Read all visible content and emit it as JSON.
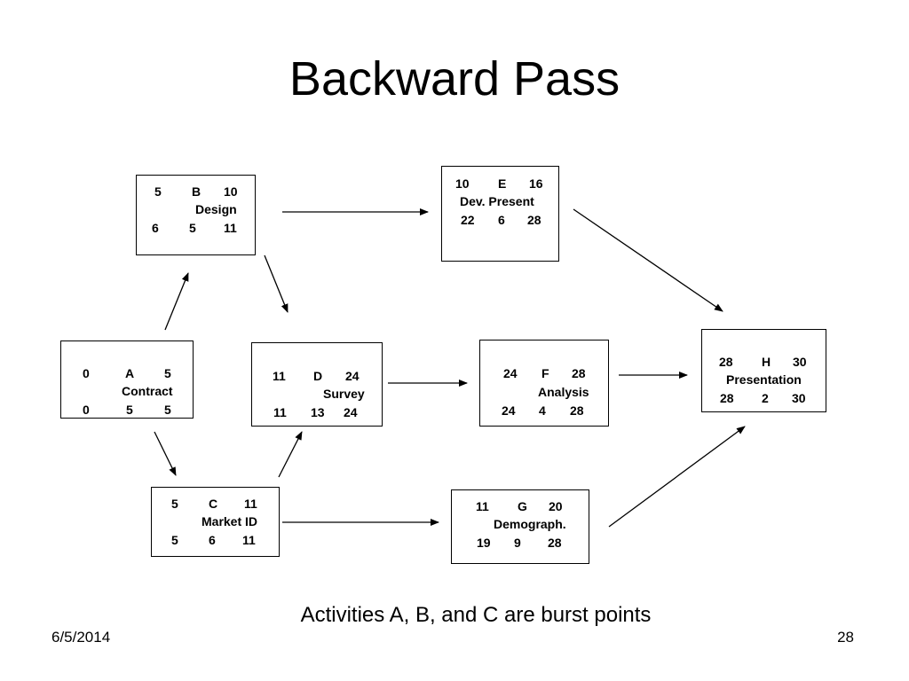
{
  "slide": {
    "title": "Backward Pass",
    "caption": "Activities A, B, and C are burst points",
    "date": "6/5/2014",
    "page": "28"
  },
  "nodes": {
    "A": {
      "es": "0",
      "id": "A",
      "ef": "5",
      "name": "Contract",
      "ls": "0",
      "dur": "5",
      "lf": "5"
    },
    "B": {
      "es": "5",
      "id": "B",
      "ef": "10",
      "name": "Design",
      "ls": "6",
      "dur": "5",
      "lf": "11"
    },
    "C": {
      "es": "5",
      "id": "C",
      "ef": "11",
      "name": "Market ID",
      "ls": "5",
      "dur": "6",
      "lf": "11"
    },
    "D": {
      "es": "11",
      "id": "D",
      "ef": "24",
      "name": "Survey",
      "ls": "11",
      "dur": "13",
      "lf": "24"
    },
    "E": {
      "es": "10",
      "id": "E",
      "ef": "16",
      "name": "Dev. Present",
      "ls": "22",
      "dur": "6",
      "lf": "28"
    },
    "F": {
      "es": "24",
      "id": "F",
      "ef": "28",
      "name": "Analysis",
      "ls": "24",
      "dur": "4",
      "lf": "28"
    },
    "G": {
      "es": "11",
      "id": "G",
      "ef": "20",
      "name": "Demograph.",
      "ls": "19",
      "dur": "9",
      "lf": "28"
    },
    "H": {
      "es": "28",
      "id": "H",
      "ef": "30",
      "name": "Presentation",
      "ls": "28",
      "dur": "2",
      "lf": "30"
    }
  },
  "edges": [
    [
      "A",
      "B"
    ],
    [
      "A",
      "C"
    ],
    [
      "B",
      "E"
    ],
    [
      "B",
      "D"
    ],
    [
      "C",
      "D"
    ],
    [
      "C",
      "G"
    ],
    [
      "D",
      "F"
    ],
    [
      "E",
      "H"
    ],
    [
      "F",
      "H"
    ],
    [
      "G",
      "H"
    ]
  ]
}
